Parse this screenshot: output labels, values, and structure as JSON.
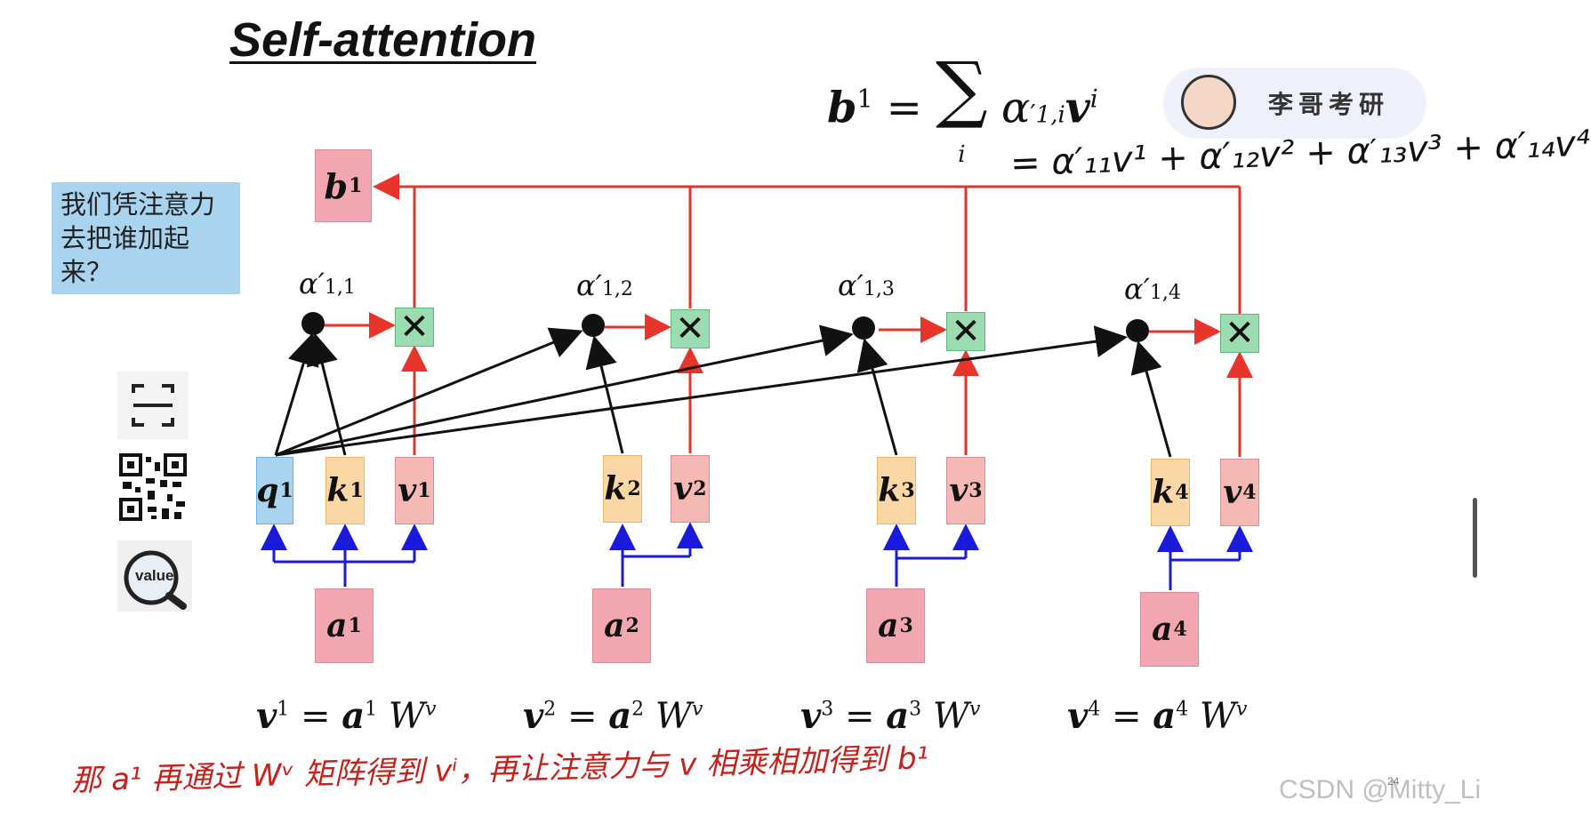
{
  "title": "Self-attention",
  "formula": {
    "lhs": "b",
    "lhs_sup": "1",
    "eq": "=",
    "sum": "∑",
    "sum_index": "i",
    "alpha": "α",
    "alpha_sub": "1,i",
    "v": "v",
    "v_sup": "i"
  },
  "handwritten_expansion": "= α′₁₁v¹ + α′₁₂v² + α′₁₃v³ + α′₁₄v⁴",
  "note": "我们凭注意力去把谁加起来？",
  "badge": {
    "name": "李哥考研"
  },
  "output": {
    "label": "b",
    "sup": "1"
  },
  "alphas": [
    {
      "label": "α′",
      "sub": "1,1"
    },
    {
      "label": "α′",
      "sub": "1,2"
    },
    {
      "label": "α′",
      "sub": "1,3"
    },
    {
      "label": "α′",
      "sub": "1,4"
    }
  ],
  "multiply_symbol": "✕",
  "columns": [
    {
      "q": "q",
      "k": "k",
      "v": "v",
      "a": "a",
      "sup": "1"
    },
    {
      "k": "k",
      "v": "v",
      "a": "a",
      "sup": "2"
    },
    {
      "k": "k",
      "v": "v",
      "a": "a",
      "sup": "3"
    },
    {
      "k": "k",
      "v": "v",
      "a": "a",
      "sup": "4"
    }
  ],
  "equations": [
    {
      "v": "v",
      "sup": "1",
      "eq": "=",
      "a": "a",
      "W": "W",
      "Wsup": "v"
    },
    {
      "v": "v",
      "sup": "2",
      "eq": "=",
      "a": "a",
      "W": "W",
      "Wsup": "v"
    },
    {
      "v": "v",
      "sup": "3",
      "eq": "=",
      "a": "a",
      "W": "W",
      "Wsup": "v"
    },
    {
      "v": "v",
      "sup": "4",
      "eq": "=",
      "a": "a",
      "W": "W",
      "Wsup": "v"
    }
  ],
  "handwritten_note": "那 a¹ 再通过 Wᵛ 矩阵得到 vⁱ，再让注意力与 v 相乘相加得到 b¹",
  "side_icons": [
    "scan-icon",
    "qr-code-icon",
    "value-magnifier-icon"
  ],
  "side_icon_text": "value",
  "watermark": "CSDN @Mitty_Li",
  "page_number": "24",
  "colors": {
    "arrow_red": "#e8352b",
    "arrow_blue": "#1a1adc",
    "arrow_black": "#111111",
    "handwriting_red": "#c8201a"
  }
}
